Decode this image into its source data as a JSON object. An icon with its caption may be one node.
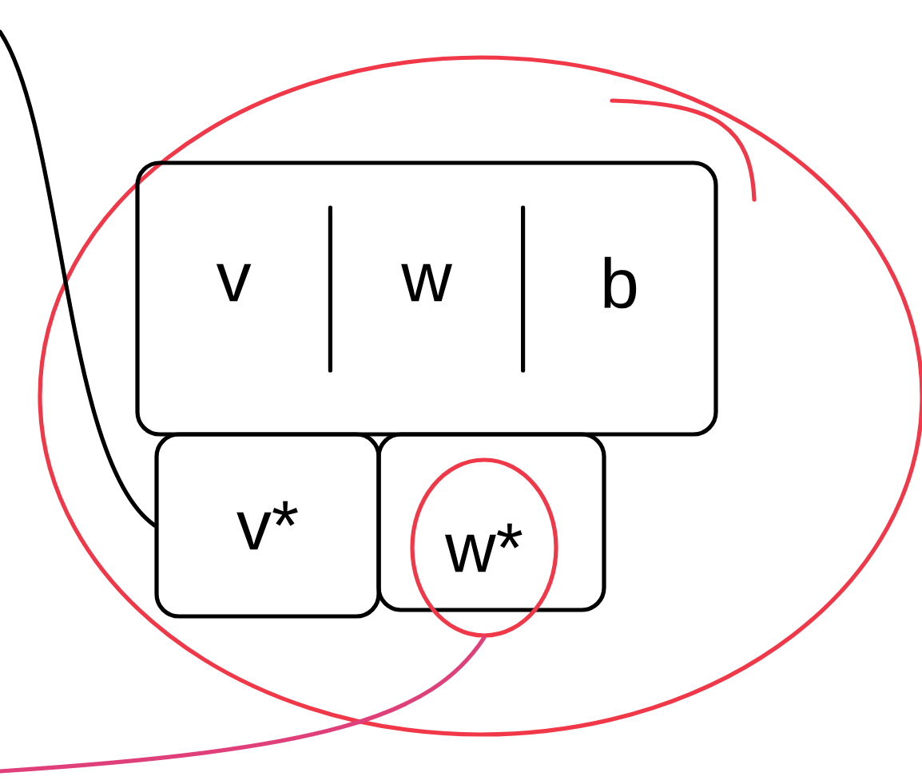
{
  "diagram": {
    "nodes": [
      {
        "text": [
          "v",
          "w",
          "b"
        ]
      },
      {
        "text": [
          "v*"
        ]
      },
      {
        "text": [],
        "shape": "box"
      },
      {
        "text": [
          "w*"
        ]
      }
    ],
    "edges": [
      {
        "from": null,
        "to": 1,
        "arrow": "none"
      },
      {
        "from": 3,
        "to": null,
        "arrow": "none",
        "color": "#e0407a"
      }
    ]
  }
}
